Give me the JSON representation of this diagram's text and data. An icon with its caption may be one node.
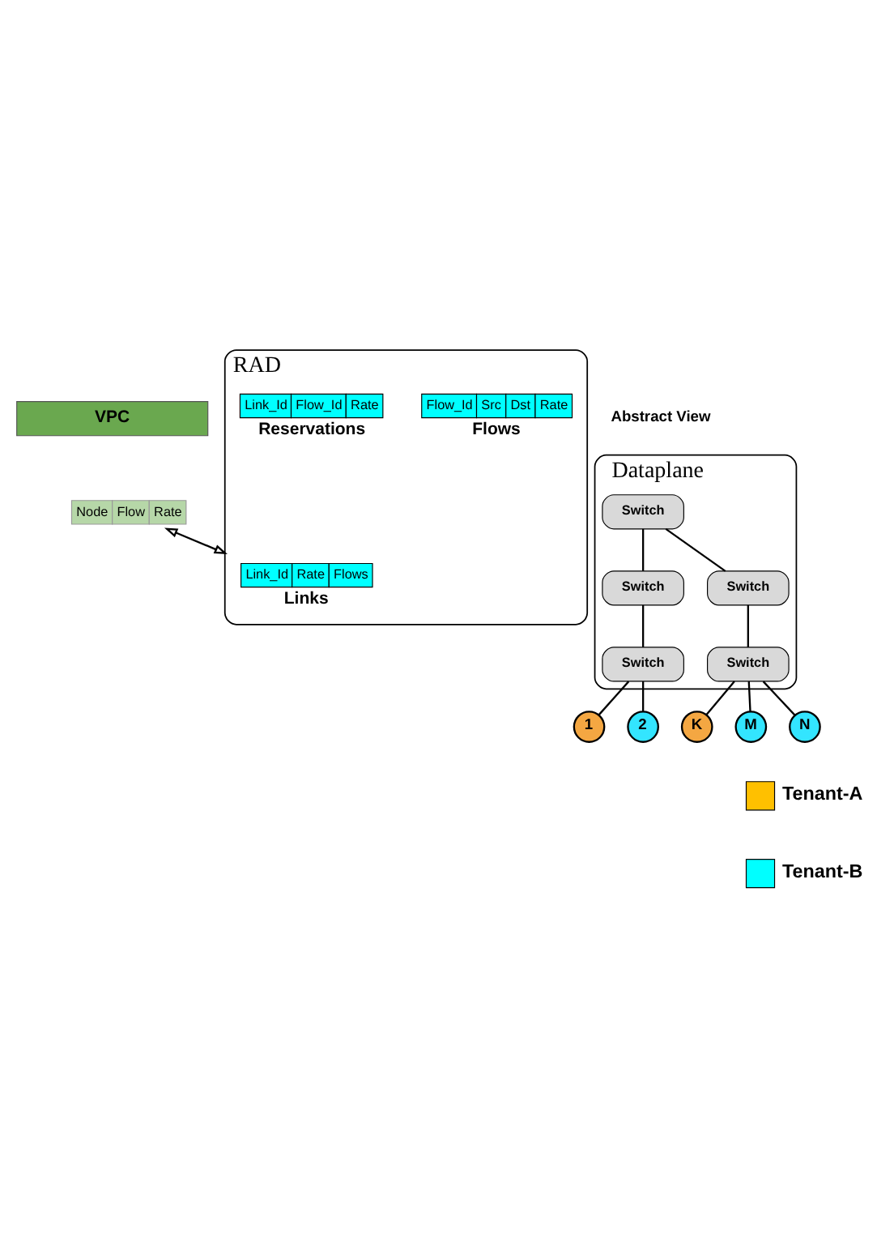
{
  "diagram": {
    "nodes": [
      {
        "text": [
          "VPC"
        ]
      },
      {
        "text": [
          "Node",
          "Flow",
          "Rate"
        ]
      },
      {
        "text": [
          "RAD"
        ]
      },
      {
        "text": [
          "Link_Id",
          "Rate",
          "Flows"
        ],
        "beside": [
          "Links"
        ],
        "in": 2
      },
      {
        "text": [
          "Flow_Id",
          "Src",
          "Dst",
          "Rate"
        ],
        "beside": [
          "Flows"
        ],
        "in": 2
      },
      {
        "text": [
          "Link_Id",
          "Flow_Id",
          "Rate"
        ],
        "beside": [
          "Reservations"
        ],
        "in": 2
      },
      {
        "text": [
          "Dataplane"
        ]
      },
      {
        "text": [
          "Switch"
        ],
        "in": 6
      },
      {
        "text": [
          "Switch"
        ],
        "in": 6
      },
      {
        "text": [
          "Switch"
        ],
        "in": 6
      },
      {
        "text": [
          "Switch"
        ],
        "in": 6
      },
      {
        "text": [
          "Switch"
        ],
        "in": 6
      },
      {
        "text": [
          "1"
        ]
      },
      {
        "text": [
          "2"
        ]
      },
      {
        "text": [
          "K"
        ]
      },
      {
        "text": [
          "M"
        ]
      },
      {
        "text": [
          "N"
        ]
      }
    ],
    "edges": [
      {
        "from": 1,
        "to": 2,
        "arrow": "both"
      },
      {
        "from": 7,
        "to": 8,
        "arrow": "none"
      },
      {
        "from": 7,
        "to": 9,
        "arrow": "none"
      },
      {
        "from": 8,
        "to": 10,
        "arrow": "none"
      },
      {
        "from": 9,
        "to": 11,
        "arrow": "none"
      },
      {
        "from": 10,
        "to": 12,
        "arrow": "none"
      },
      {
        "from": 10,
        "to": 13,
        "arrow": "none"
      },
      {
        "from": 11,
        "to": 14,
        "arrow": "none"
      },
      {
        "from": 11,
        "to": 15,
        "arrow": "none"
      },
      {
        "from": 11,
        "to": 16,
        "arrow": "none"
      }
    ],
    "labels": [
      "Abstract View"
    ],
    "legend": [
      {
        "text": "Tenant-A",
        "color": "#ffc000"
      },
      {
        "text": "Tenant-B",
        "color": "#00ffff"
      }
    ]
  }
}
